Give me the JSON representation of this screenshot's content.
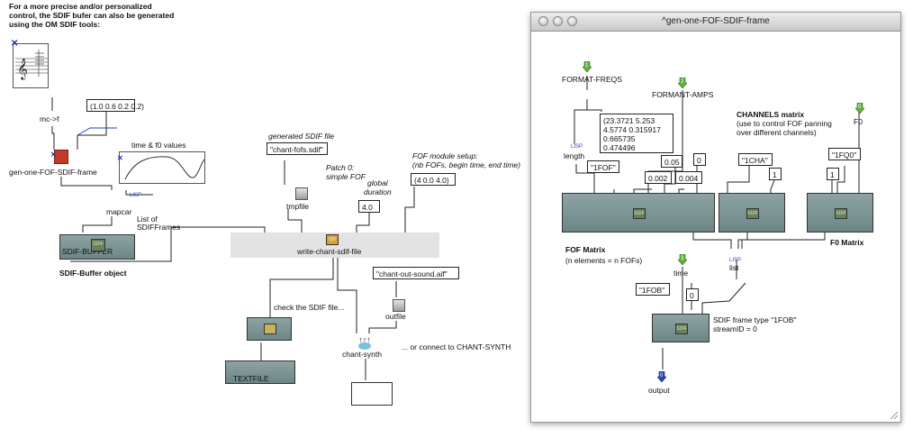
{
  "left_patch": {
    "intro_line1": "For a more precise and/or personalized",
    "intro_line2": "control, the SDIF bufer can also be generated",
    "intro_line3": "using the OM SDIF tools:",
    "mc_to_f": "mc->f",
    "chord_list": "(1.0 0.6 0.2 0.2)",
    "gen_frame": "gen-one-FOF-SDIF-frame",
    "time_f0": "time & f0 values",
    "mapcar": "mapcar",
    "lisp": "LISP",
    "list_of_1": "List of",
    "list_of_2": "SDIFFrames",
    "sdif_buffer_label": "SDIF-BUFFER",
    "sdif_buffer_caption": "SDIF-Buffer object",
    "generated_file": "generated SDIF file",
    "chant_fofs": "\"chant-fofs.sdif\"",
    "patch0_1": "Patch 0:",
    "patch0_2": "simple FOF",
    "global_1": "global",
    "global_2": "duration",
    "duration_val": "4.0",
    "fof_setup_1": "FOF module setup:",
    "fof_setup_2": "(nb FOFs, begin time, end time)",
    "fof_setup_val": "(4 0.0 4.0)",
    "tmpfile": "tmpfile",
    "write_chant": "write-chant-sdif-file",
    "chant_out": "\"chant-out-sound.aif\"",
    "check_sdif": "check the SDIF file...",
    "outfile": "outfile",
    "chant_synth": "chant-synth",
    "connect_chant": "... or connect to CHANT-SYNTH",
    "textfile": "TEXTFILE"
  },
  "window": {
    "title": "^gen-one-FOF-SDIF-frame",
    "format_freqs": "FORMAT-FREQS",
    "formant_amps": "FORMANT-AMPS",
    "channels_title": "CHANNELS matrix",
    "channels_desc1": "(use to control  FOF panning",
    "channels_desc2": "over different channels)",
    "f0": "F0",
    "lisp": "LISP",
    "length": "length",
    "freq_values": "(23.3721 5.253\n4.5774 0.315917\n0.665735\n0.474496",
    "v_1fof": "\"1FOF\"",
    "v_005": "0.05",
    "v_0a": "0",
    "v_0002": "0.002",
    "v_0004": "0.004",
    "v_1cha": "\"1CHA\"",
    "v_1a": "1",
    "v_1fq0": "\"1FQ0\"",
    "v_1b": "1",
    "fof_matrix": "FOF Matrix",
    "fof_matrix_desc": "(n elements = n FOFs)",
    "f0_matrix": "F0 Matrix",
    "time": "time",
    "list": "list",
    "v_1fob": "\"1FOB\"",
    "v_0b": "0",
    "frame_type1": "SDIF frame type \"1FOB\"",
    "frame_type2": "streamID = 0",
    "output": "output",
    "inlet_1": "1",
    "inlet_2": "2",
    "inlet_3": "3",
    "outlet_0": "0"
  }
}
